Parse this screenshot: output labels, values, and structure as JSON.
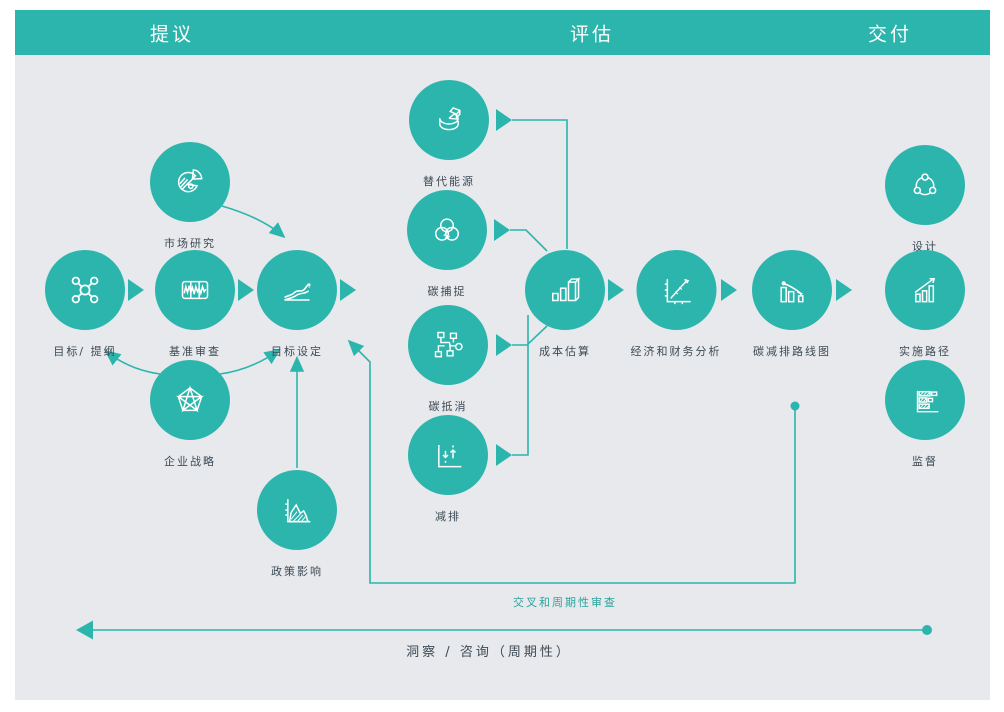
{
  "colors": {
    "teal": "#2cb5ac",
    "panel_background": "#e7e9ec",
    "label_text": "#3d4a55",
    "icon_stroke": "#ffffff"
  },
  "header": {
    "phases": [
      {
        "label": "提议"
      },
      {
        "label": "评估"
      },
      {
        "label": "交付"
      }
    ]
  },
  "nodes": [
    {
      "label": "目标/ 提纲",
      "icon": "network-nodes-icon"
    },
    {
      "label": "基准审查",
      "icon": "waveform-panel-icon"
    },
    {
      "label": "目标设定",
      "icon": "rising-lines-chart-icon"
    },
    {
      "label": "市场研究",
      "icon": "pie-chart-icon"
    },
    {
      "label": "企业战略",
      "icon": "pentagon-star-icon"
    },
    {
      "label": "政策影响",
      "icon": "hatched-area-chart-icon"
    },
    {
      "label": "替代能源",
      "icon": "pie-3d-icon"
    },
    {
      "label": "碳捕捉",
      "icon": "venn-circles-icon"
    },
    {
      "label": "碳抵消",
      "icon": "node-tree-icon"
    },
    {
      "label": "减排",
      "icon": "up-down-arrows-chart-icon"
    },
    {
      "label": "成本估算",
      "icon": "bar-chart-3d-icon"
    },
    {
      "label": "经济和财务分析",
      "icon": "axis-trend-pencil-icon"
    },
    {
      "label": "碳减排路线图",
      "icon": "declining-bars-arrow-icon"
    },
    {
      "label": "设计",
      "icon": "cycle-nodes-icon"
    },
    {
      "label": "实施路径",
      "icon": "growth-bars-arrow-icon"
    },
    {
      "label": "监督",
      "icon": "gantt-bars-icon"
    }
  ],
  "annotations": {
    "cross_review_label": "交叉和周期性审查",
    "insight_label": "洞察 / 咨询（周期性）"
  }
}
